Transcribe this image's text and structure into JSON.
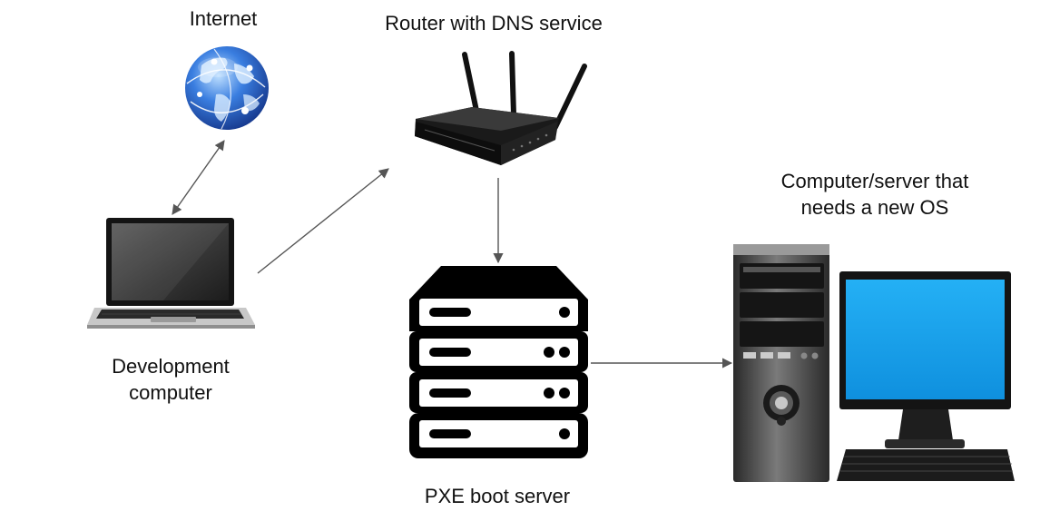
{
  "nodes": {
    "internet": {
      "label": "Internet",
      "icon": "globe-icon"
    },
    "router": {
      "label": "Router with DNS service",
      "icon": "router-icon"
    },
    "dev_computer": {
      "label_line1": "Development",
      "label_line2": "computer",
      "icon": "laptop-icon"
    },
    "pxe_server": {
      "label": "PXE boot server",
      "icon": "server-rack-icon"
    },
    "target": {
      "label_line1": "Computer/server that",
      "label_line2": "needs a new OS",
      "icon": "desktop-computer-icon"
    }
  },
  "edges": [
    {
      "from": "dev_computer",
      "to": "internet",
      "direction": "both"
    },
    {
      "from": "dev_computer",
      "to": "router",
      "direction": "forward"
    },
    {
      "from": "router",
      "to": "pxe_server",
      "direction": "forward"
    },
    {
      "from": "pxe_server",
      "to": "target",
      "direction": "forward"
    }
  ],
  "colors": {
    "arrow": "#555555",
    "globe": "#2f63c8",
    "screen": "#1aa3ec",
    "server": "#000000"
  }
}
